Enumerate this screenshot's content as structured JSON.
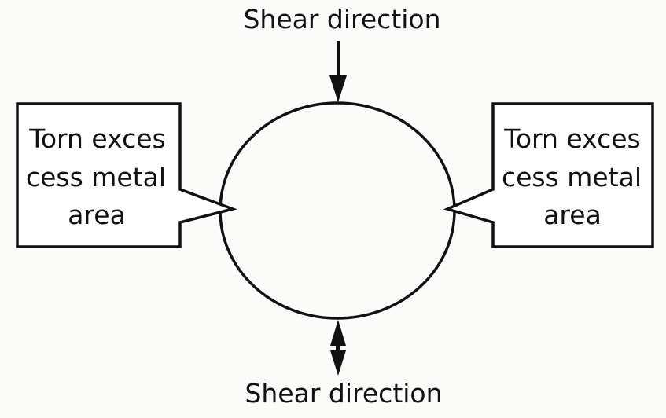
{
  "diagram": {
    "top_label": "Shear direction",
    "bottom_label": "Shear direction",
    "left_callout": {
      "lines": [
        "Torn exces",
        "cess metal",
        "area"
      ]
    },
    "right_callout": {
      "lines": [
        "Torn exces",
        "cess metal",
        "area"
      ]
    }
  }
}
